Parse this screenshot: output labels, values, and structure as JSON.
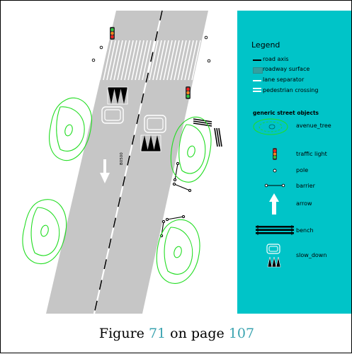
{
  "figure": {
    "road_label": "B0500"
  },
  "legend": {
    "title": "Legend",
    "line_items": [
      {
        "label": "road axis"
      },
      {
        "label": "roadway surface"
      },
      {
        "label": "lane separator"
      },
      {
        "label": "pedestrian crossing"
      }
    ],
    "objects_heading": "generic street objects",
    "objects": [
      {
        "label": "avenue_tree"
      },
      {
        "label": "traffic light"
      },
      {
        "label": "pole"
      },
      {
        "label": "barrier"
      },
      {
        "label": "arrow"
      },
      {
        "label": "bench"
      },
      {
        "label": "slow_down"
      }
    ]
  },
  "caption": {
    "prefix": "Figure ",
    "figure_link": "71",
    "middle": " on page ",
    "page_link": "107"
  },
  "colors": {
    "road": "#c6c6c6",
    "legend_bg": "#00c4c8",
    "tree": "#22dd22",
    "link": "#3aa3b0"
  }
}
